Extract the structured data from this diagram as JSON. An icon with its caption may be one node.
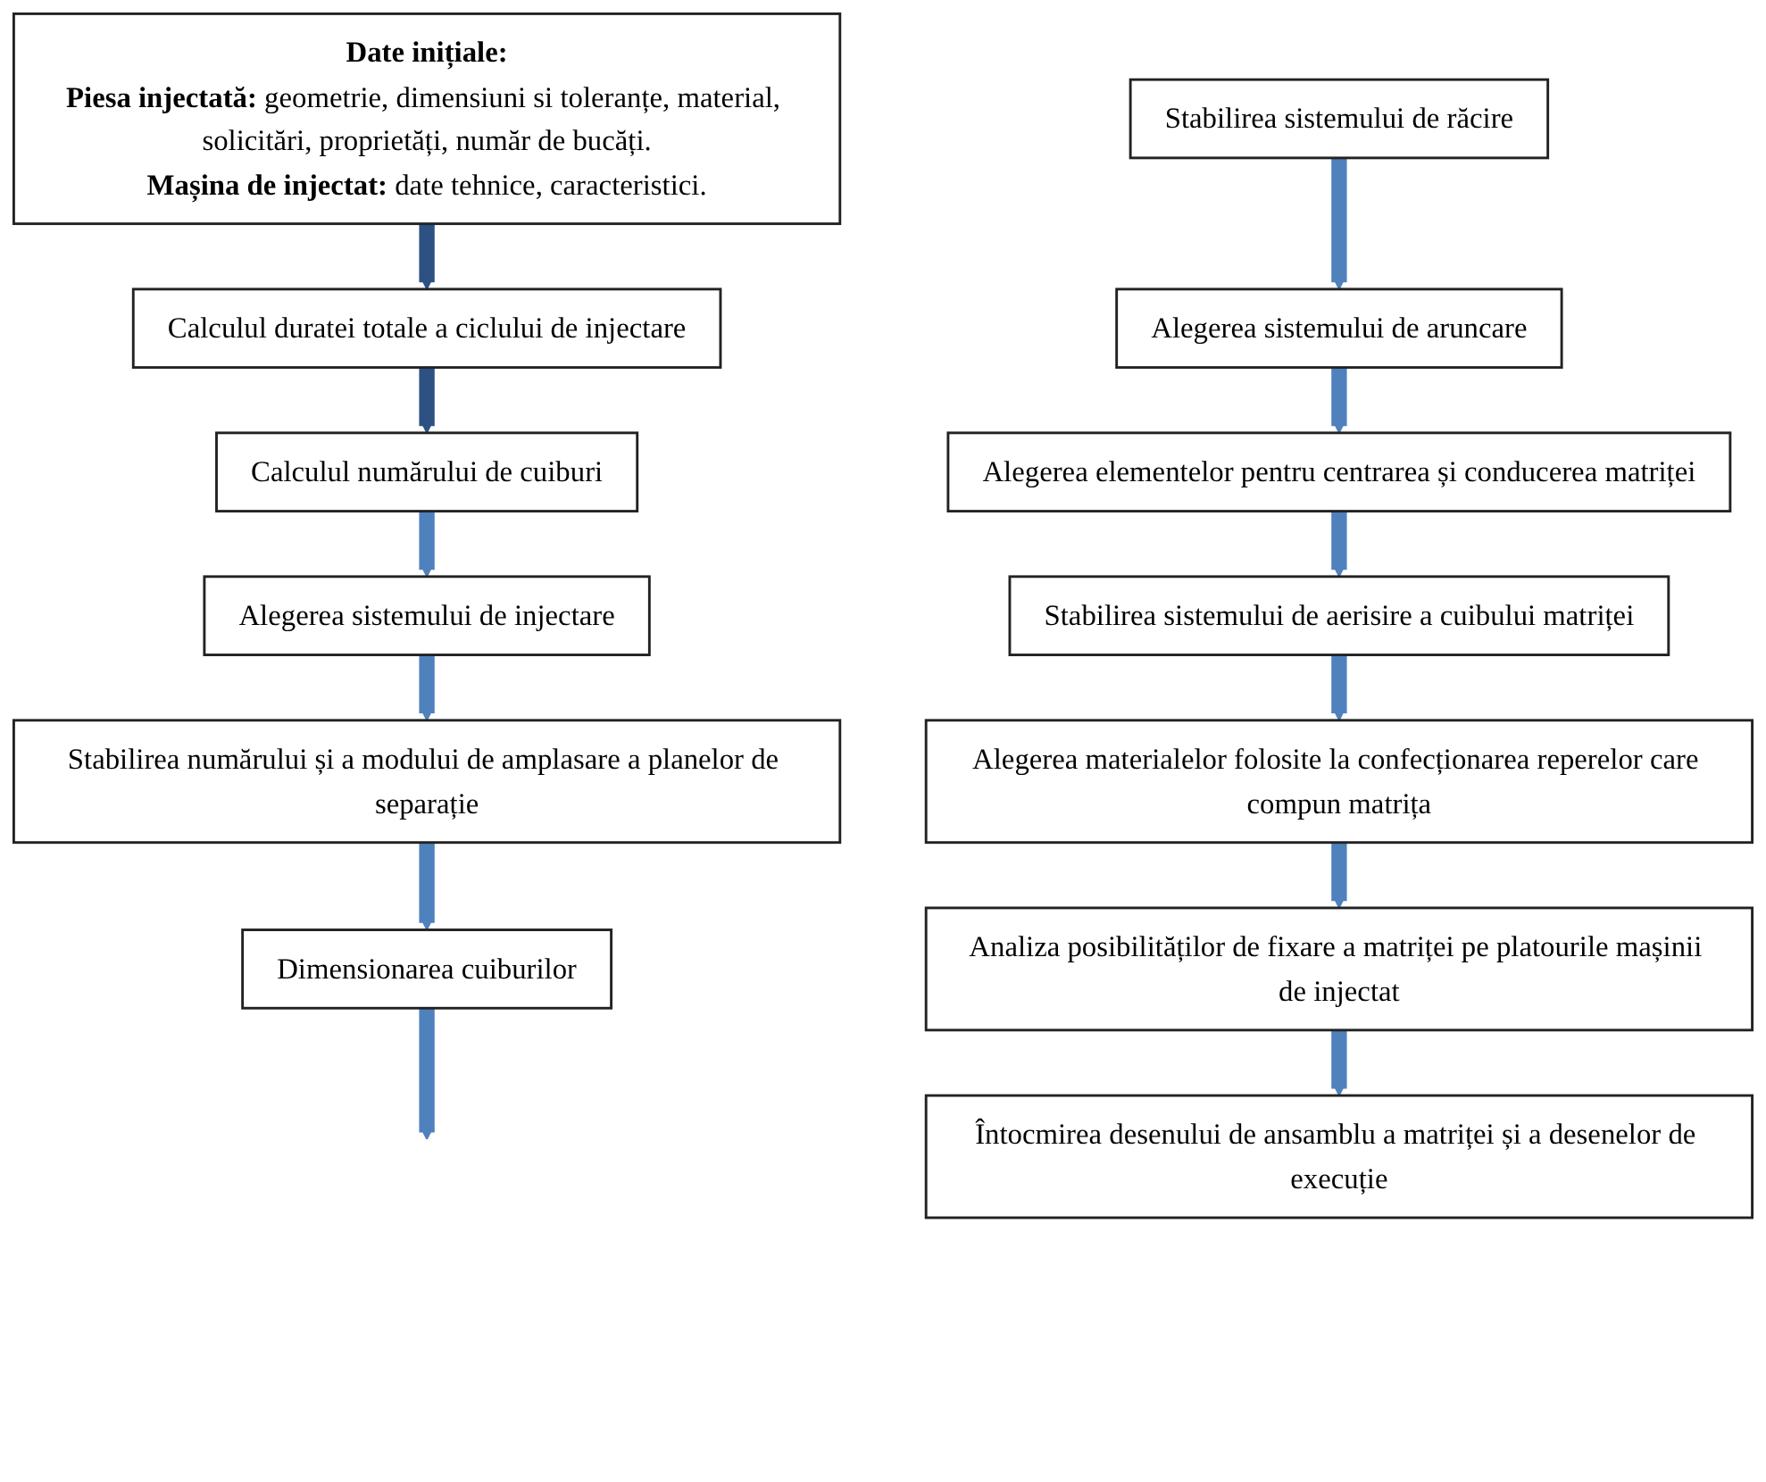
{
  "diagram": {
    "nodes": [
      {
        "text": [
          "Date inițiale:",
          "**Piesa injectată:** geometrie, dimensiuni si toleranțe, material, solicitări, proprietăți, număr de bucăți.",
          "**Mașina de injectat:** date tehnice, caracteristici."
        ]
      },
      {
        "text": [
          "Calculul duratei totale a ciclului de injectare"
        ]
      },
      {
        "text": [
          "Calculul numărului de cuiburi"
        ]
      },
      {
        "text": [
          "Alegerea sistemului de injectare"
        ]
      },
      {
        "text": [
          "Stabilirea numărului și a modului de amplasare a planelor de separație"
        ]
      },
      {
        "text": [
          "Dimensionarea cuiburilor"
        ]
      },
      {
        "text": [
          "Stabilirea sistemului de răcire"
        ]
      },
      {
        "text": [
          "Alegerea sistemului de aruncare"
        ]
      },
      {
        "text": [
          "Alegerea elementelor pentru centrarea și conducerea matriței"
        ]
      },
      {
        "text": [
          "Stabilirea sistemului de aerisire a cuibului matriței"
        ]
      },
      {
        "text": [
          "Alegerea materialelor folosite la confecționarea reperelor care compun matrița"
        ]
      },
      {
        "text": [
          "Analiza posibilităților de fixare a matriței pe platourile mașinii de injectat"
        ]
      },
      {
        "text": [
          "Întocmirea desenului de ansamblu a matriței și a desenelor de execuție"
        ]
      }
    ],
    "edges": [
      {
        "from": 0,
        "to": 1,
        "arrow": "to",
        "color": "#2e5183"
      },
      {
        "from": 1,
        "to": 2,
        "arrow": "to",
        "color": "#2e5183"
      },
      {
        "from": 2,
        "to": 3,
        "arrow": "to"
      },
      {
        "from": 3,
        "to": 4,
        "arrow": "to"
      },
      {
        "from": 4,
        "to": 5,
        "arrow": "to"
      },
      {
        "from": 5,
        "to": null,
        "arrow": "to"
      },
      {
        "from": 6,
        "to": 7,
        "arrow": "to"
      },
      {
        "from": 7,
        "to": 8,
        "arrow": "to"
      },
      {
        "from": 8,
        "to": 9,
        "arrow": "to"
      },
      {
        "from": 9,
        "to": 10,
        "arrow": "to"
      },
      {
        "from": 10,
        "to": 11,
        "arrow": "to"
      },
      {
        "from": 11,
        "to": 12,
        "arrow": "to"
      }
    ]
  }
}
